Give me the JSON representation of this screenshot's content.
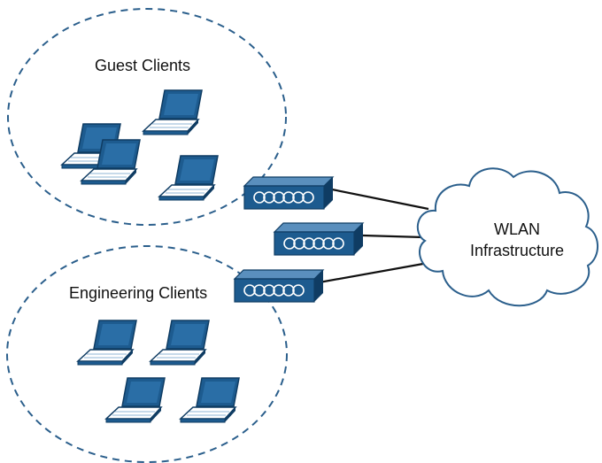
{
  "diagram": {
    "groups": [
      {
        "id": "guest",
        "label": "Guest Clients",
        "client_count": 4
      },
      {
        "id": "engineering",
        "label": "Engineering Clients",
        "client_count": 4
      }
    ],
    "access_point_count": 3,
    "cloud": {
      "line1": "WLAN",
      "line2": "Infrastructure"
    }
  },
  "colors": {
    "device_blue": "#1d5b8f",
    "device_dark": "#0f3c63",
    "device_light": "#8fb4d6",
    "dashed_circle": "#2b5f8c",
    "line": "#111111"
  },
  "icons": {
    "client": "laptop-icon",
    "access_point": "access-point-icon",
    "infrastructure": "cloud-icon"
  }
}
